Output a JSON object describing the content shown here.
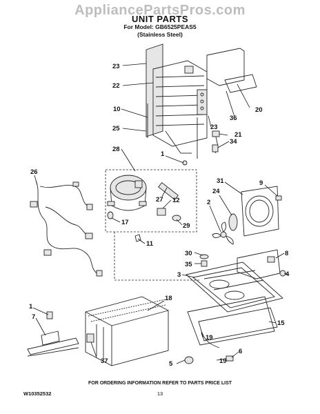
{
  "watermark": "AppliancePartsPros.com",
  "header": {
    "title": "UNIT PARTS",
    "model_line": "For Model: GB6525PEAS5",
    "variant_line": "(Stainless Steel)"
  },
  "footer": {
    "doc_number": "W10352532",
    "ordering_note": "FOR ORDERING INFORMATION REFER TO PARTS PRICE LIST",
    "page_number": "13"
  },
  "callouts": [
    "23",
    "22",
    "10",
    "25",
    "28",
    "1",
    "26",
    "27",
    "12",
    "17",
    "29",
    "31",
    "9",
    "24",
    "2",
    "11",
    "30",
    "35",
    "3",
    "8",
    "4",
    "18",
    "1",
    "7",
    "15",
    "19",
    "37",
    "5",
    "6",
    "19",
    "20",
    "36",
    "23",
    "21",
    "34"
  ]
}
